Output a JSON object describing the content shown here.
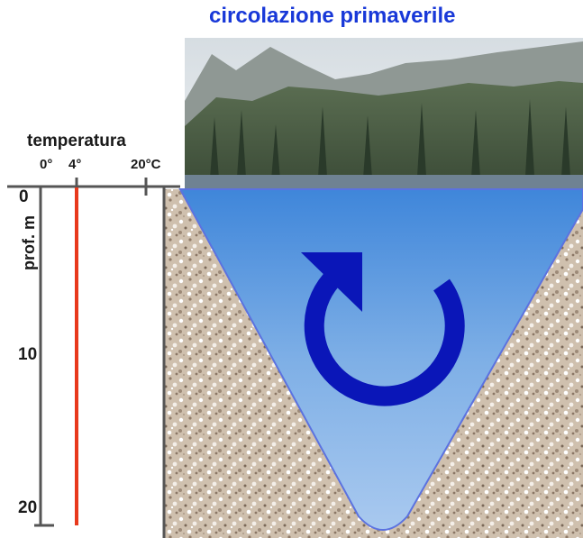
{
  "title": "circolazione primaverile",
  "temperature_axis": {
    "label": "temperatura",
    "ticks": [
      "0°",
      "4°",
      "20°C"
    ]
  },
  "depth_axis": {
    "label": "prof. m",
    "ticks": [
      "0",
      "10",
      "20"
    ]
  },
  "water_temperature_value": "4°",
  "colors": {
    "title": "#1838d8",
    "water_top": "#3f86da",
    "water_bottom": "#a9c9ef",
    "circulation_arrow": "#0a16b8",
    "temperature_line": "#e8391c",
    "sediment": "#c9b8a6"
  },
  "icons": {
    "circulation": "circular-arrow-icon"
  }
}
